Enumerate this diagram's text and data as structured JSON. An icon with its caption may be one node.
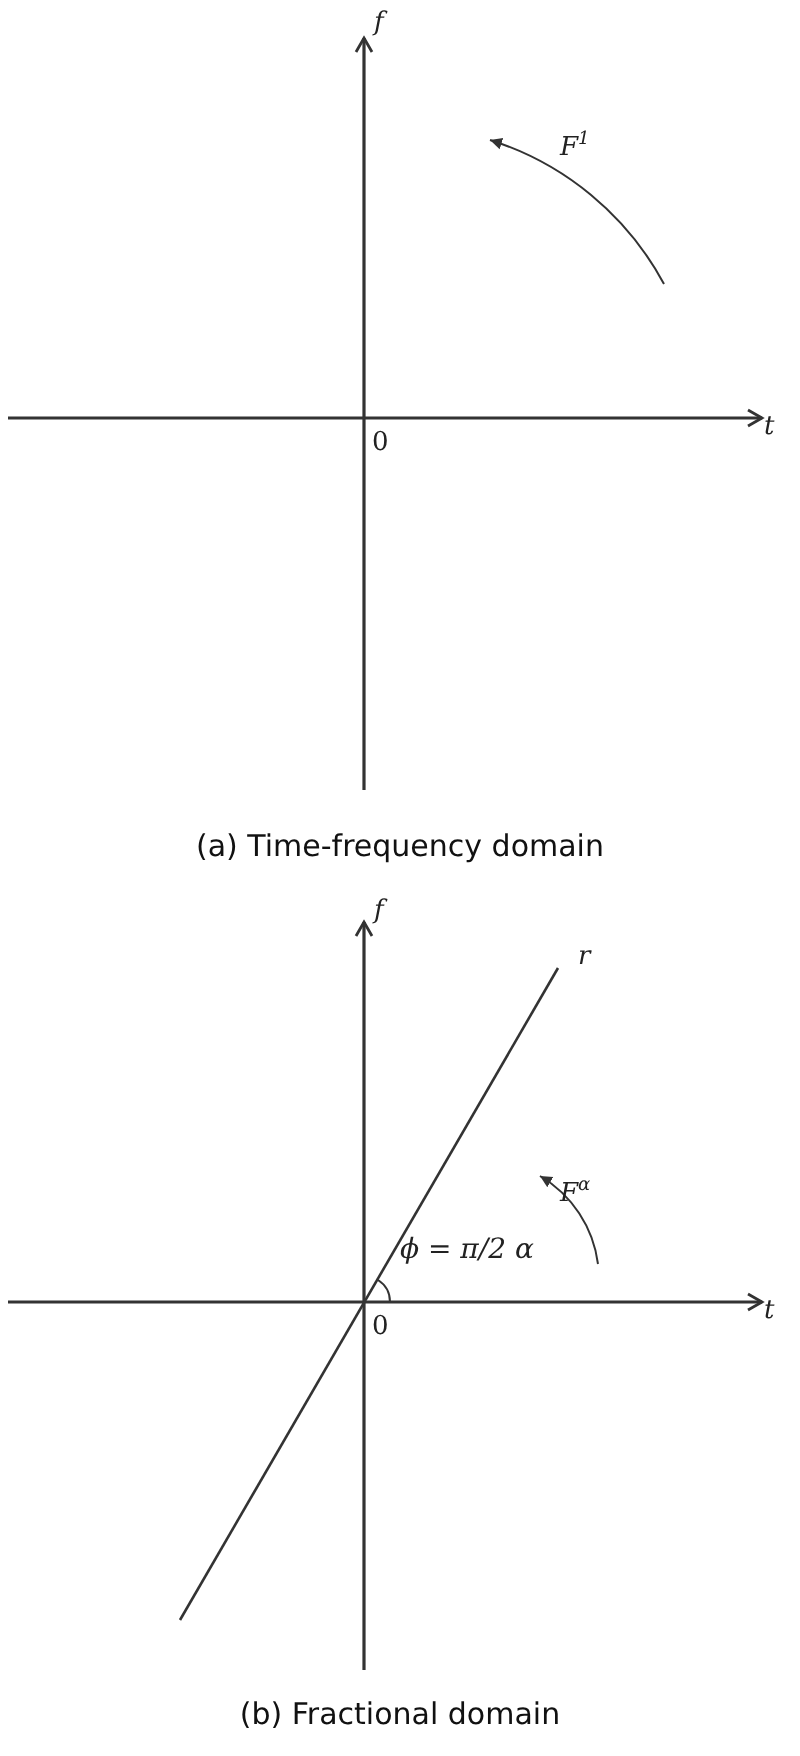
{
  "diagram": {
    "labels": [
      "f",
      "F$^{1}$",
      "0",
      "t",
      "(a) Time-frequency domain",
      "f",
      "r",
      "F$^{α}$",
      "ϕ = π/2 α",
      "0",
      "t",
      "(b) Fractional domain"
    ]
  }
}
